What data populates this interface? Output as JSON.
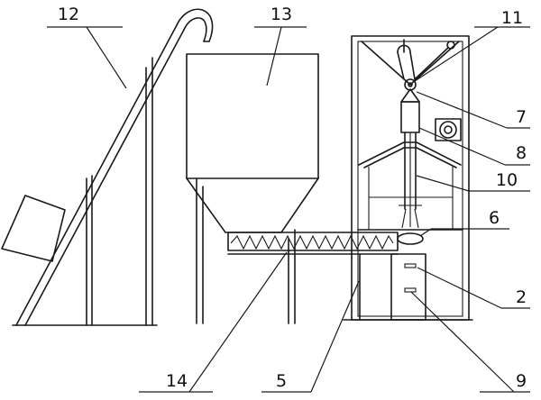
{
  "labels": {
    "n12": "12",
    "n13": "13",
    "n11": "11",
    "n7": "7",
    "n8": "8",
    "n10": "10",
    "n6": "6",
    "n2": "2",
    "n9": "9",
    "n14": "14",
    "n5": "5"
  },
  "colors": {
    "line": "#1a1a1a",
    "background": "#ffffff"
  }
}
